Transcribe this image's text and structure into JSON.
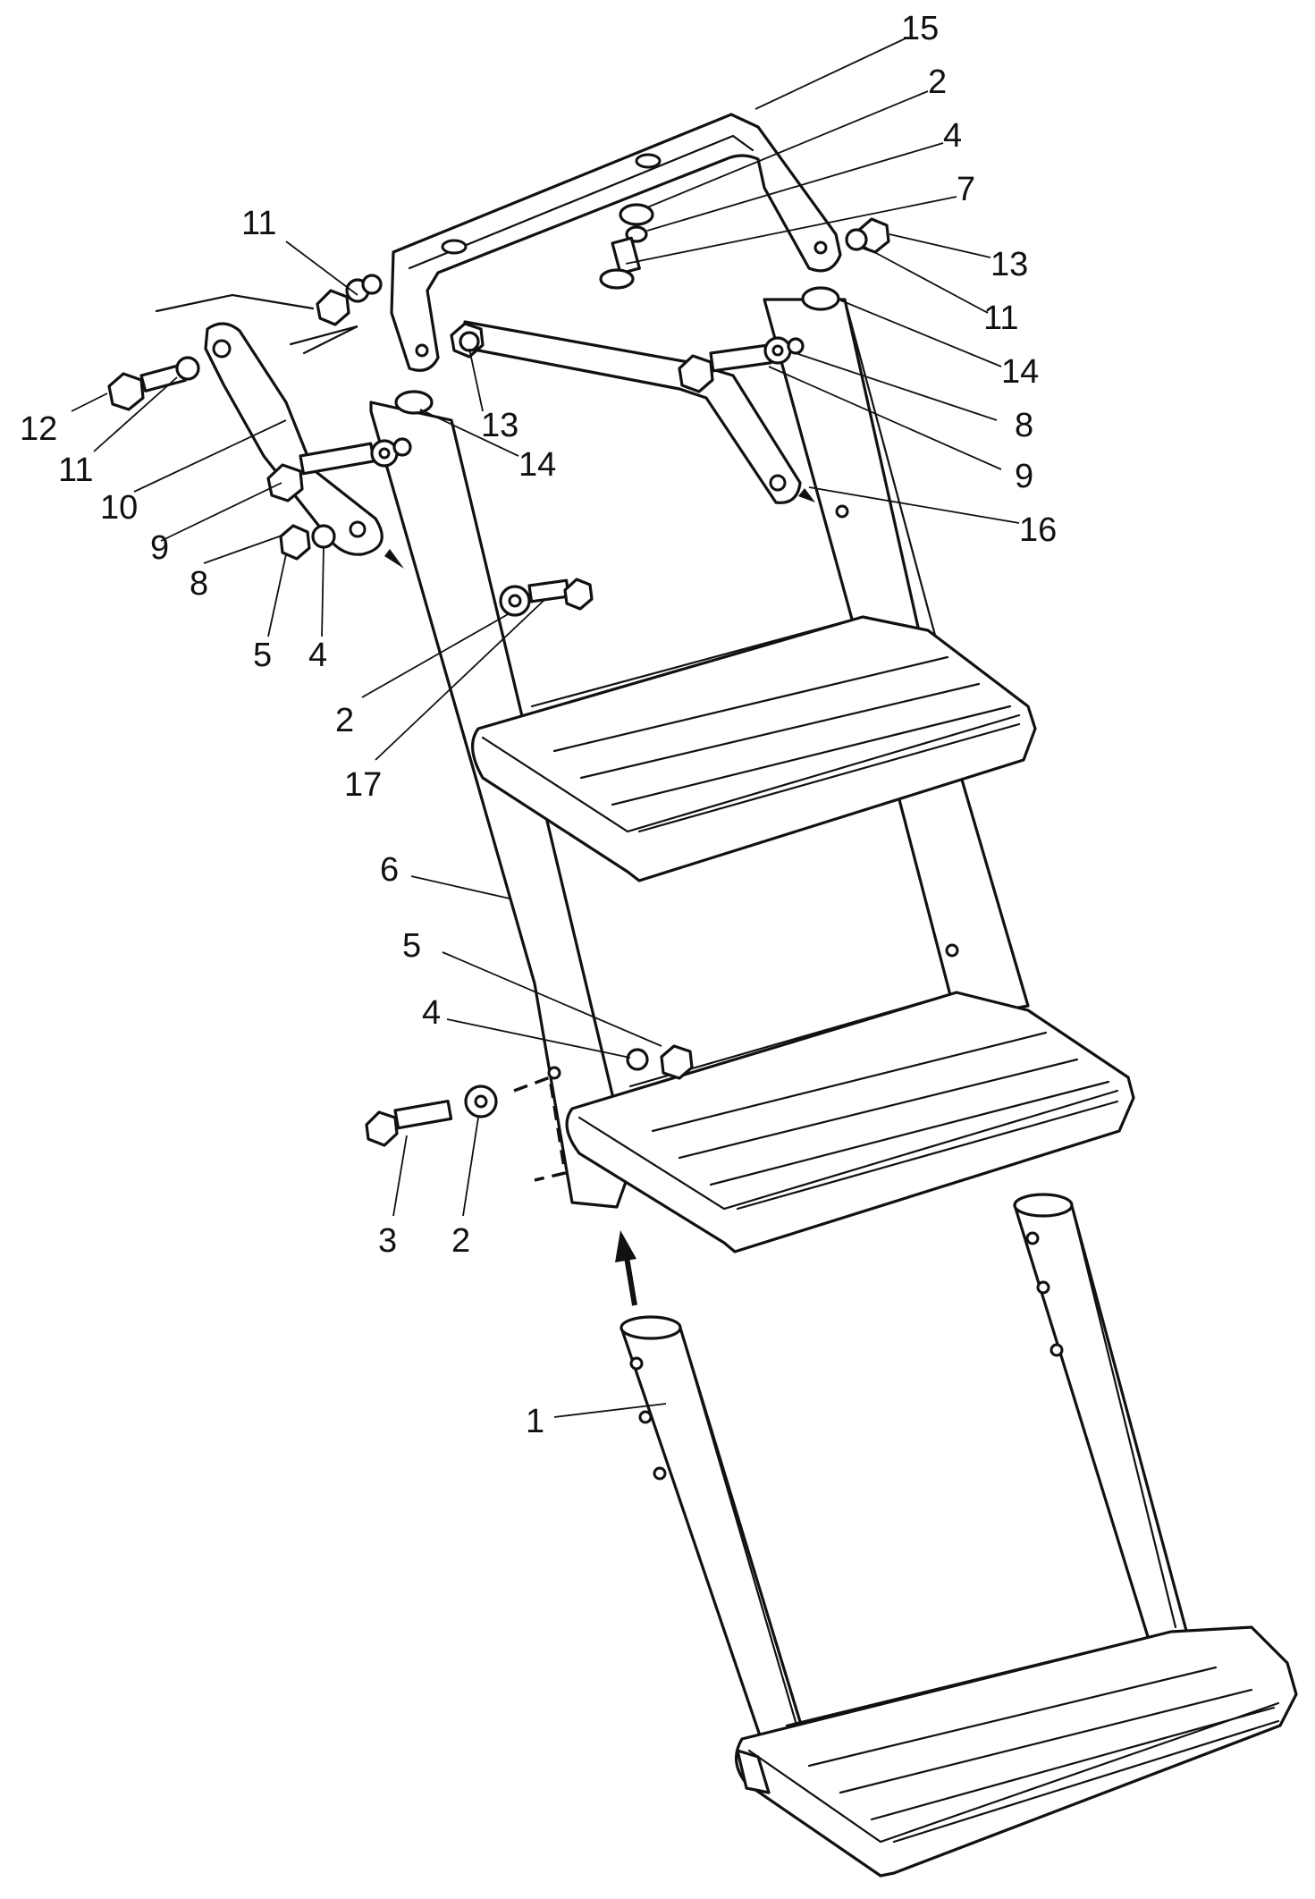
{
  "callouts": [
    {
      "id": "c15",
      "label": "15"
    },
    {
      "id": "c2a",
      "label": "2"
    },
    {
      "id": "c4a",
      "label": "4"
    },
    {
      "id": "c7",
      "label": "7"
    },
    {
      "id": "c13a",
      "label": "13"
    },
    {
      "id": "c11a",
      "label": "11"
    },
    {
      "id": "c14a",
      "label": "14"
    },
    {
      "id": "c8a",
      "label": "8"
    },
    {
      "id": "c9a",
      "label": "9"
    },
    {
      "id": "c16",
      "label": "16"
    },
    {
      "id": "c11b",
      "label": "11"
    },
    {
      "id": "c13b",
      "label": "13"
    },
    {
      "id": "c14b",
      "label": "14"
    },
    {
      "id": "c12",
      "label": "12"
    },
    {
      "id": "c11c",
      "label": "11"
    },
    {
      "id": "c10",
      "label": "10"
    },
    {
      "id": "c9b",
      "label": "9"
    },
    {
      "id": "c8b",
      "label": "8"
    },
    {
      "id": "c5a",
      "label": "5"
    },
    {
      "id": "c4b",
      "label": "4"
    },
    {
      "id": "c2b",
      "label": "2"
    },
    {
      "id": "c17",
      "label": "17"
    },
    {
      "id": "c6",
      "label": "6"
    },
    {
      "id": "c5b",
      "label": "5"
    },
    {
      "id": "c4c",
      "label": "4"
    },
    {
      "id": "c3",
      "label": "3"
    },
    {
      "id": "c2c",
      "label": "2"
    },
    {
      "id": "c1",
      "label": "1"
    }
  ]
}
